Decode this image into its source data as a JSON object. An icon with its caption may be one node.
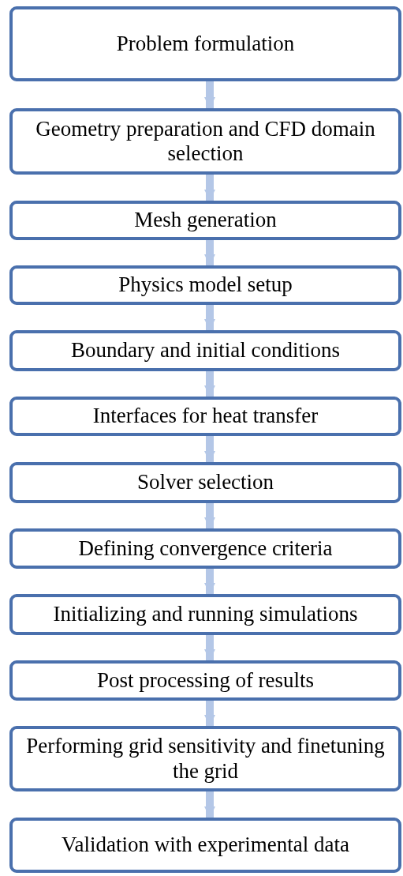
{
  "diagram": {
    "nodes": [
      {
        "text": [
          "Problem formulation"
        ]
      },
      {
        "text": [
          "Geometry preparation and CFD domain selection"
        ]
      },
      {
        "text": [
          "Mesh generation"
        ]
      },
      {
        "text": [
          "Physics model setup"
        ]
      },
      {
        "text": [
          "Boundary and initial conditions"
        ]
      },
      {
        "text": [
          "Interfaces for heat transfer"
        ]
      },
      {
        "text": [
          "Solver selection"
        ]
      },
      {
        "text": [
          "Defining convergence criteria"
        ]
      },
      {
        "text": [
          "Initializing and running simulations"
        ]
      },
      {
        "text": [
          "Post processing of results"
        ]
      },
      {
        "text": [
          "Performing grid sensitivity and finetuning the grid"
        ]
      },
      {
        "text": [
          "Validation with experimental data"
        ]
      }
    ],
    "edges": [
      {
        "from": 0,
        "to": 1,
        "arrow": "to"
      },
      {
        "from": 1,
        "to": 2,
        "arrow": "to"
      },
      {
        "from": 2,
        "to": 3,
        "arrow": "to"
      },
      {
        "from": 3,
        "to": 4,
        "arrow": "to"
      },
      {
        "from": 4,
        "to": 5,
        "arrow": "to"
      },
      {
        "from": 5,
        "to": 6,
        "arrow": "to"
      },
      {
        "from": 6,
        "to": 7,
        "arrow": "to"
      },
      {
        "from": 7,
        "to": 8,
        "arrow": "to"
      },
      {
        "from": 8,
        "to": 9,
        "arrow": "to"
      },
      {
        "from": 9,
        "to": 10,
        "arrow": "to"
      },
      {
        "from": 10,
        "to": 11,
        "arrow": "to"
      }
    ]
  }
}
